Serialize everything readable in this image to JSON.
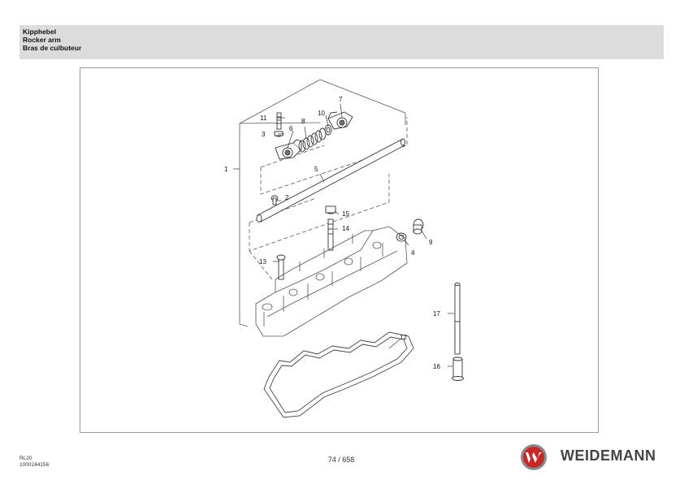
{
  "header": {
    "title_de": "Kipphebel",
    "title_en": "Rocker arm",
    "title_fr": "Bras de culbuteur"
  },
  "diagram": {
    "callouts": [
      "1",
      "2",
      "3",
      "4",
      "5",
      "6",
      "7",
      "8",
      "9",
      "10",
      "11",
      "12",
      "13",
      "14",
      "15",
      "16",
      "17"
    ]
  },
  "footer": {
    "doc_code": "RL20",
    "doc_number": "1000244156",
    "page": "74 / 658",
    "brand": "WEIDEMANN",
    "brand_color": "#c62828"
  }
}
